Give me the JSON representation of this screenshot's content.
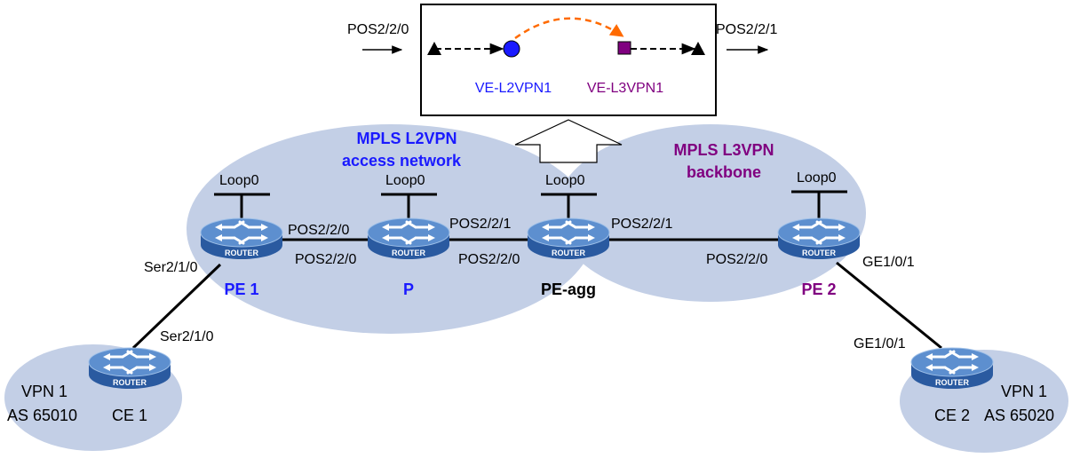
{
  "colors": {
    "area_fill": "#c3cfe6",
    "blue_text": "#1a1aff",
    "purple_text": "#800080",
    "router_body": "#2a5aa0",
    "router_top": "#5d8fcf",
    "orange": "#ff6a00",
    "ve_l2_dot": "#1a1aff",
    "ve_l3_square": "#800080"
  },
  "networks": {
    "l2vpn": {
      "line1": "MPLS L2VPN",
      "line2": "access network"
    },
    "l3vpn": {
      "line1": "MPLS L3VPN",
      "line2": "backbone"
    }
  },
  "inset": {
    "in_port": "POS2/2/0",
    "out_port": "POS2/2/1",
    "ve_l2": "VE-L2VPN1",
    "ve_l3": "VE-L3VPN1"
  },
  "router_label": "ROUTER",
  "loopback": "Loop0",
  "routers": {
    "pe1": {
      "name": "PE 1"
    },
    "p": {
      "name": "P"
    },
    "peagg": {
      "name": "PE-agg"
    },
    "pe2": {
      "name": "PE 2"
    },
    "ce1": {
      "name": "CE 1"
    },
    "ce2": {
      "name": "CE 2"
    }
  },
  "sites": {
    "vpn1_left": {
      "vpn": "VPN 1",
      "as": "AS 65010"
    },
    "vpn1_right": {
      "vpn": "VPN 1",
      "as": "AS 65020"
    }
  },
  "interfaces": {
    "pe1_ser": "Ser2/1/0",
    "ce1_ser": "Ser2/1/0",
    "pe1_pos": "POS2/2/0",
    "p_pos_left": "POS2/2/0",
    "p_pos_right": "POS2/2/1",
    "peagg_pos_left": "POS2/2/0",
    "peagg_pos_right": "POS2/2/1",
    "pe2_pos": "POS2/2/0",
    "pe2_ge": "GE1/0/1",
    "ce2_ge": "GE1/0/1"
  }
}
